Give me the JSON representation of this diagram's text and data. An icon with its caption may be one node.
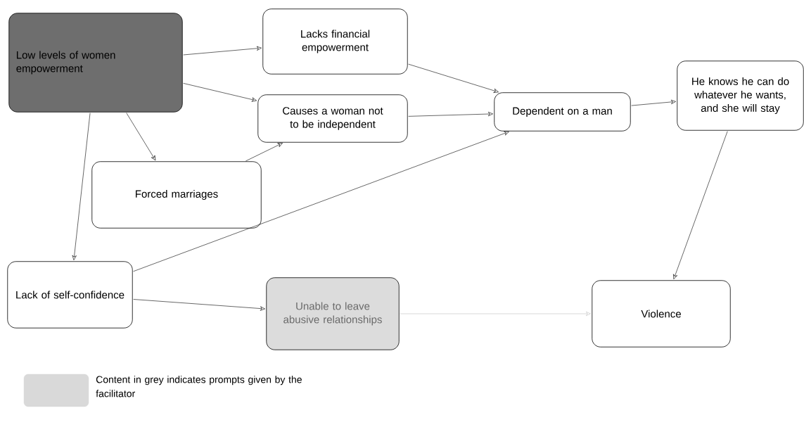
{
  "diagram": {
    "nodes": [
      {
        "text": [
          "Low levels of women empowerment"
        ]
      },
      {
        "text": [
          "Lacks financial empowerment"
        ]
      },
      {
        "text": [
          "Causes a woman not to be independent"
        ]
      },
      {
        "text": [
          "Forced marriages"
        ]
      },
      {
        "text": [
          "Dependent on a man"
        ]
      },
      {
        "text": [
          "He knows he can do whatever he wants, and she will stay"
        ]
      },
      {
        "text": [
          "Lack of self-confidence"
        ]
      },
      {
        "text": [
          "Unable to leave abusive relationships"
        ]
      },
      {
        "text": [
          "Violence"
        ]
      }
    ],
    "edges": [
      {
        "from": 0,
        "to": 1,
        "arrow": "to"
      },
      {
        "from": 0,
        "to": 2,
        "arrow": "to"
      },
      {
        "from": 0,
        "to": 3,
        "arrow": "to"
      },
      {
        "from": 0,
        "to": 6,
        "arrow": "to"
      },
      {
        "from": 1,
        "to": 4,
        "arrow": "to"
      },
      {
        "from": 2,
        "to": 4,
        "arrow": "to"
      },
      {
        "from": 3,
        "to": 2,
        "arrow": "to"
      },
      {
        "from": 6,
        "to": 4,
        "arrow": "to"
      },
      {
        "from": 6,
        "to": 7,
        "arrow": "to"
      },
      {
        "from": 4,
        "to": 5,
        "arrow": "to"
      },
      {
        "from": 5,
        "to": 8,
        "arrow": "to"
      },
      {
        "from": 7,
        "to": 8,
        "arrow": "to",
        "color": "#c0c0c0"
      }
    ],
    "legend": [
      {
        "text": "Content in grey indicates prompts given by the facilitator",
        "color": "#d9d9d9"
      }
    ]
  }
}
